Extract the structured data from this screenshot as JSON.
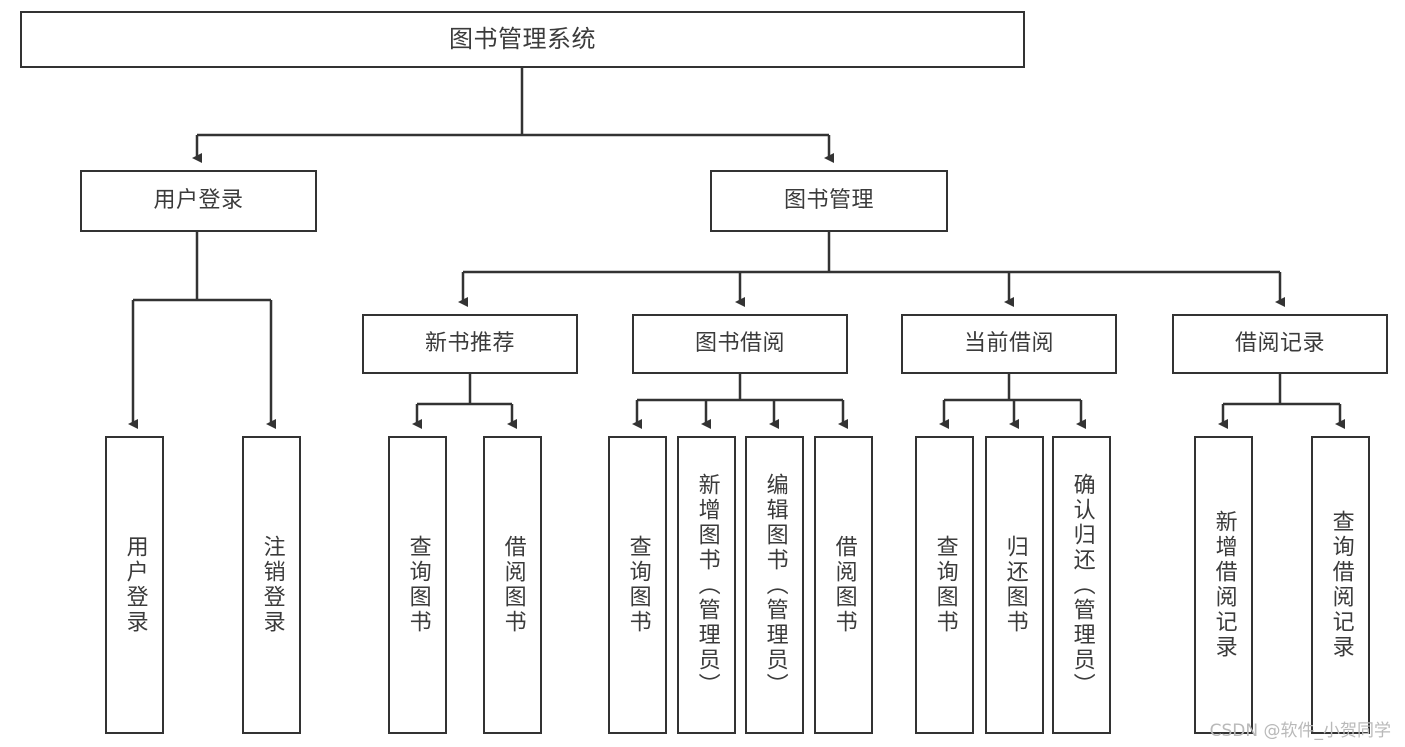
{
  "diagram": {
    "title": "图书管理系统",
    "watermark": "CSDN @软件_小贺同学",
    "line_color": "#333333",
    "text_color": "#3b3b3b",
    "background": "#ffffff",
    "root": {
      "label": "图书管理系统"
    },
    "level2": [
      {
        "label": "用户登录"
      },
      {
        "label": "图书管理"
      }
    ],
    "level3": [
      {
        "label": "新书推荐"
      },
      {
        "label": "图书借阅"
      },
      {
        "label": "当前借阅"
      },
      {
        "label": "借阅记录"
      }
    ],
    "leaves": [
      {
        "label": "用户登录"
      },
      {
        "label": "注销登录"
      },
      {
        "label": "查询图书"
      },
      {
        "label": "借阅图书"
      },
      {
        "label": "查询图书"
      },
      {
        "label": "新增图书（管理员）"
      },
      {
        "label": "编辑图书（管理员）"
      },
      {
        "label": "借阅图书"
      },
      {
        "label": "查询图书"
      },
      {
        "label": "归还图书"
      },
      {
        "label": "确认归还（管理员）"
      },
      {
        "label": "新增借阅记录"
      },
      {
        "label": "查询借阅记录"
      }
    ]
  }
}
